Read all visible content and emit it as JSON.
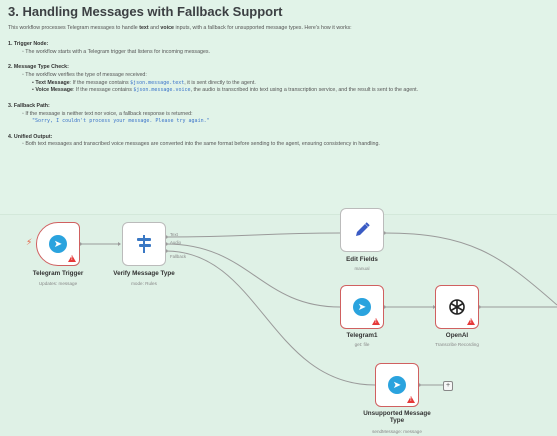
{
  "note": {
    "title": "3. Handling Messages with Fallback Support",
    "intro_a": "This workflow processes Telegram messages to handle ",
    "intro_text": "text",
    "intro_b": " and ",
    "intro_voice": "voice",
    "intro_c": " inputs, with a fallback for unsupported message types. Here's how it works:",
    "s1_title": "1. Trigger Node:",
    "s1_b1": "The workflow starts with a Telegram trigger that listens for incoming messages.",
    "s2_title": "2. Message Type Check:",
    "s2_b1": "The workflow verifies the type of message received:",
    "s2_text_label": "Text Message",
    "s2_text_a": ": If the message contains ",
    "s2_text_code": "$json.message.text",
    "s2_text_b": ", it is sent directly to the agent.",
    "s2_voice_label": "Voice Message",
    "s2_voice_a": ": If the message contains ",
    "s2_voice_code": "$json.message.voice",
    "s2_voice_b": ", the audio is transcribed into text using a transcription service, and the result is sent to the agent.",
    "s3_title": "3. Fallback Path:",
    "s3_b1": "If the message is neither text nor voice, a fallback response is returned:",
    "s3_code": "\"Sorry, I couldn't process your message. Please try again.\"",
    "s4_title": "4. Unified Output:",
    "s4_b1": "Both text messages and transcribed voice messages are converted into the same format before sending to the agent, ensuring consistency in handling."
  },
  "nodes": {
    "telegram_trigger": {
      "title": "Telegram Trigger",
      "subtitle": "Updates: message",
      "icon": "telegram-icon"
    },
    "verify_type": {
      "title": "Verify Message Type",
      "subtitle": "mode: Rules",
      "icon": "switch-icon",
      "ports": [
        "Text",
        "Audio",
        "Fallback"
      ]
    },
    "edit_fields": {
      "title": "Edit Fields",
      "subtitle": "manual",
      "icon": "pencil-icon"
    },
    "telegram1": {
      "title": "Telegram1",
      "subtitle": "get: file",
      "icon": "telegram-icon"
    },
    "openai": {
      "title": "OpenAI",
      "subtitle": "Transcribe Recording",
      "icon": "openai-icon"
    },
    "unsupported": {
      "title": "Unsupported Message Type",
      "subtitle": "sendMessage: message",
      "icon": "telegram-icon"
    }
  },
  "colors": {
    "background": "#dff1e6",
    "warning": "#e63939",
    "telegram": "#2aa3de",
    "node_error_border": "#d06060"
  }
}
